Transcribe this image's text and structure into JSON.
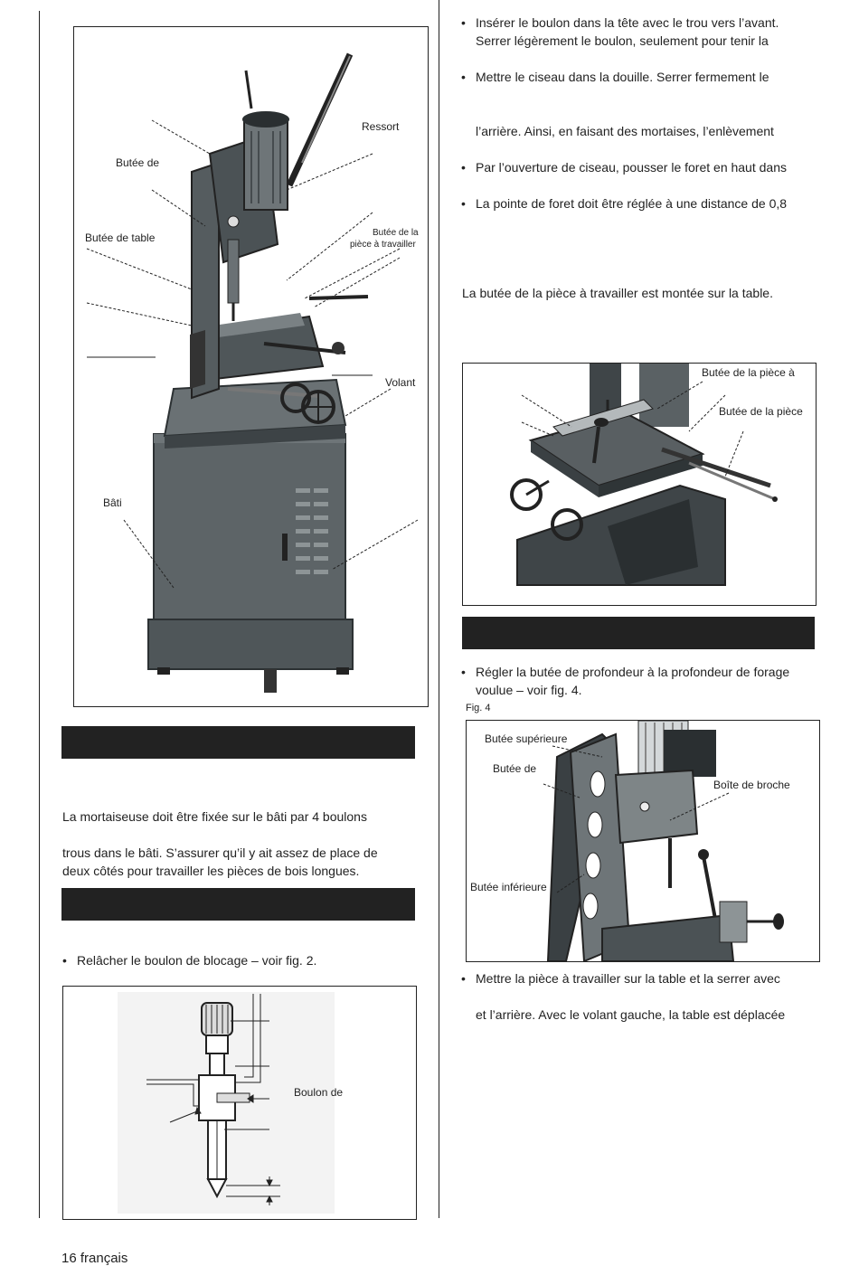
{
  "figure1": {
    "labels": {
      "ressort": "Ressort",
      "butee_de": "Butée de",
      "butee_de_table": "Butée de table",
      "butee_piece_line1": "Butée de la",
      "butee_piece_line2": "pièce à travailler",
      "volant": "Volant",
      "bati": "Bâti"
    }
  },
  "left": {
    "para1": "La mortaiseuse doit être fixée sur le bâti par 4 boulons",
    "para2_line1": "trous dans le bâti. S’assurer qu’il y ait assez de place de",
    "para2_line2": "deux côtés pour travailler les pièces de bois longues.",
    "bullet1": "Relâcher le boulon de blocage – voir fig. 2."
  },
  "figure2": {
    "label": "Boulon de"
  },
  "right": {
    "bullets_top": [
      {
        "line1": "Insérer le boulon dans la tête avec le trou vers l’avant.",
        "line2": "Serrer légèrement le boulon, seulement pour tenir la"
      },
      {
        "line1": "Mettre le ciseau dans la douille. Serrer fermement le"
      }
    ],
    "continuation1": "l’arrière. Ainsi, en faisant des mortaises, l’enlèvement",
    "bullets_mid": [
      {
        "line1": "Par l’ouverture de ciseau, pousser le foret en haut dans"
      },
      {
        "line1": "La pointe de foret doit être réglée à une distance de 0,8"
      }
    ],
    "para_table": "La butée de la pièce à travailler est montée sur la table.",
    "bullet_depth_line1": "Régler la butée de profondeur à la profondeur de forage",
    "bullet_depth_line2": "voulue – voir fig. 4.",
    "fig4_caption": "Fig. 4",
    "bullet_piece": "Mettre la pièce à travailler sur la table et la serrer avec",
    "continuation2": "et l’arrière. Avec le volant gauche, la table est déplacée"
  },
  "figure3": {
    "labels": {
      "butee_piece_a": "Butée de la pièce à",
      "butee_piece": "Butée de la pièce"
    }
  },
  "figure4": {
    "labels": {
      "butee_sup": "Butée supérieure",
      "butee_de": "Butée de",
      "boite_broche": "Boîte de broche",
      "butee_inf": "Butée inférieure"
    }
  },
  "footer": {
    "page": "16 français"
  }
}
